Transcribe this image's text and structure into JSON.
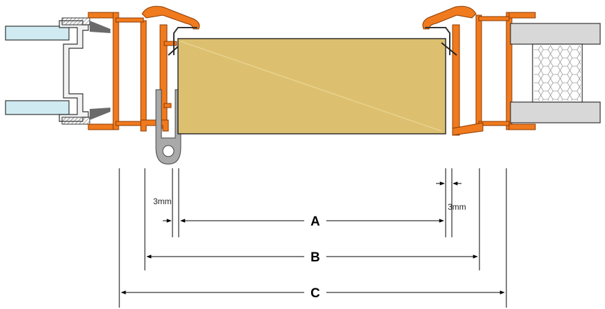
{
  "dimensions": {
    "a_label": "A",
    "b_label": "B",
    "c_label": "C",
    "gap_left_label": "3mm",
    "gap_right_label": "3mm"
  },
  "colors": {
    "frame_orange": "#f07a1e",
    "panel_fill": "#dcc070",
    "glass": "#cfeaf0",
    "gasket_grey": "#a9a9a9",
    "insulation_grey": "#d8d8d8"
  }
}
